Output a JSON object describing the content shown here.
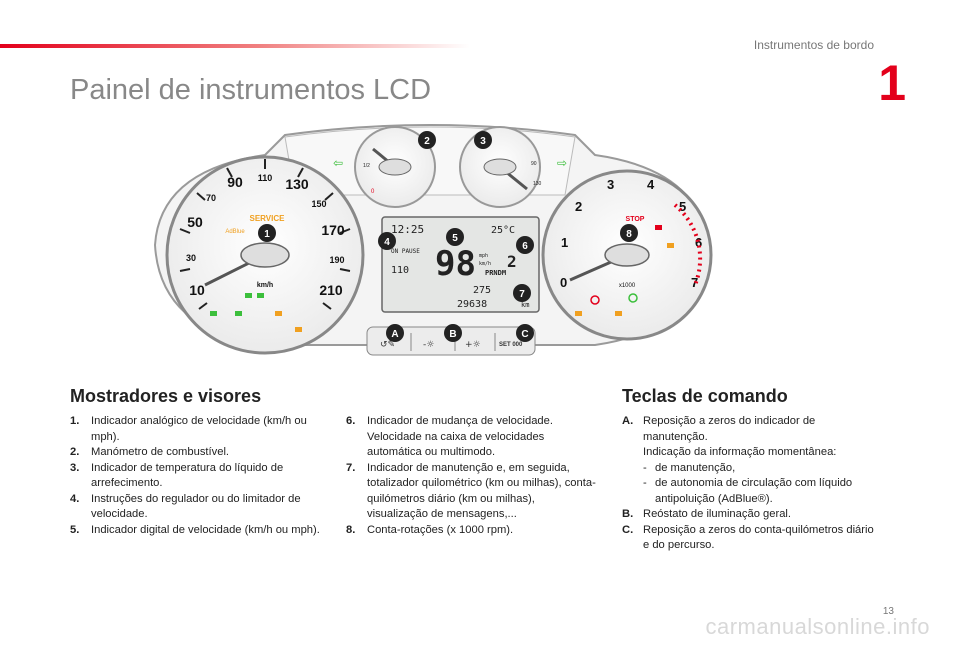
{
  "header": {
    "section": "Instrumentos de bordo",
    "chapter": "1"
  },
  "page_title": "Painel de instrumentos LCD",
  "figure": {
    "speedo_ticks": [
      "10",
      "30",
      "50",
      "70",
      "90",
      "110",
      "130",
      "150",
      "170",
      "190",
      "210"
    ],
    "speedo_unit": "km/h",
    "service_label": "SERVICE",
    "adblue_label": "AdBlue",
    "fuel_ticks": [
      "1/2",
      "0"
    ],
    "temp_ticks": [
      "90",
      "130"
    ],
    "tacho_ticks": [
      "0",
      "1",
      "2",
      "3",
      "4",
      "5",
      "6",
      "7"
    ],
    "tacho_unit": "x1000",
    "stop_label": "STOP",
    "lcd": {
      "time": "12:25",
      "temp": "25°C",
      "speed": "98",
      "set_speed": "110",
      "status": "ON PAUSE",
      "unit_mph": "mph",
      "unit_kmh": "km/h",
      "gear": "2",
      "gears": "PRNDM",
      "trip": "275",
      "odo": "29638",
      "dist_unit": "km"
    },
    "buttons": {
      "set_label": "SET 000"
    },
    "callouts": [
      "1",
      "2",
      "3",
      "4",
      "5",
      "6",
      "7",
      "8",
      "A",
      "B",
      "C"
    ]
  },
  "left_section": {
    "title": "Mostradores e visores",
    "items": [
      {
        "n": "1.",
        "text": "Indicador analógico de velocidade (km/h ou mph)."
      },
      {
        "n": "2.",
        "text": "Manómetro de combustível."
      },
      {
        "n": "3.",
        "text": "Indicador de temperatura do líquido de arrefecimento."
      },
      {
        "n": "4.",
        "text": "Instruções do regulador ou do limitador de velocidade."
      },
      {
        "n": "5.",
        "text": "Indicador digital de velocidade (km/h ou mph)."
      }
    ]
  },
  "mid_section": {
    "items": [
      {
        "n": "6.",
        "text": "Indicador de mudança de velocidade. Velocidade na caixa de velocidades automática ou multimodo."
      },
      {
        "n": "7.",
        "text": "Indicador de manutenção e, em seguida, totalizador quilométrico (km ou milhas), conta-quilómetros diário (km ou milhas), visualização de mensagens,..."
      },
      {
        "n": "8.",
        "text": "Conta-rotações (x 1000 rpm)."
      }
    ]
  },
  "right_section": {
    "title": "Teclas de comando",
    "a_label": "A.",
    "a_line1": "Reposição a zeros do indicador de manutenção.",
    "a_line2": "Indicação da informação momentânea:",
    "a_sub1": "de manutenção,",
    "a_sub2": "de autonomia de circulação com líquido antipoluição (AdBlue®).",
    "b_label": "B.",
    "b_text": "Reóstato de iluminação geral.",
    "c_label": "C.",
    "c_text": "Reposição a zeros do conta-quilómetros diário e do percurso."
  },
  "footer": {
    "page_number": "13",
    "watermark": "carmanualsonline.info"
  }
}
